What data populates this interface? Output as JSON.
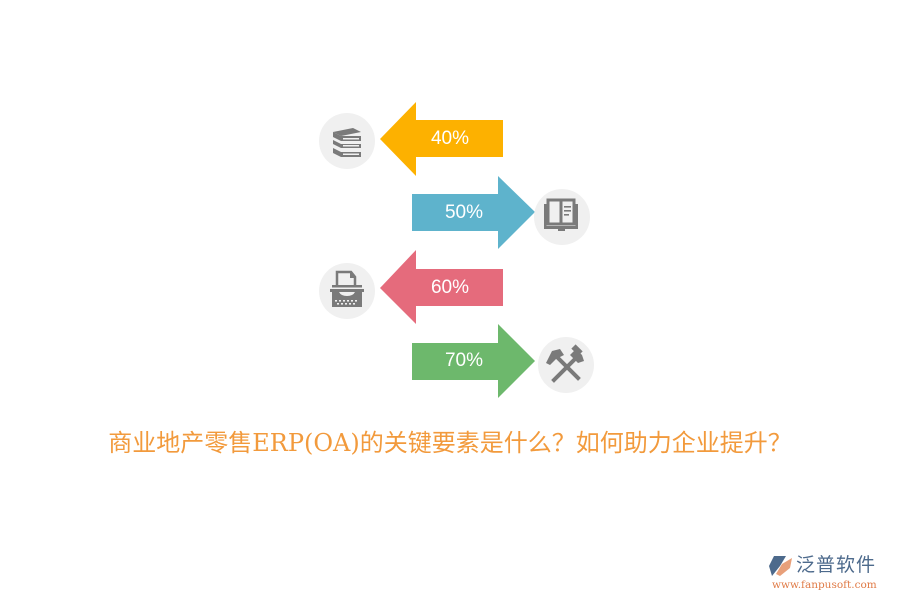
{
  "diagram": {
    "items": [
      {
        "label": "40%",
        "direction": "left",
        "color": "#fdb100",
        "icon": "books-icon"
      },
      {
        "label": "50%",
        "direction": "right",
        "color": "#5eb3cc",
        "icon": "open-book-icon"
      },
      {
        "label": "60%",
        "direction": "left",
        "color": "#e56b7c",
        "icon": "typewriter-icon"
      },
      {
        "label": "70%",
        "direction": "right",
        "color": "#6db86c",
        "icon": "crossed-hammers-icon"
      }
    ],
    "icon_circle_color": "#f0f0f0",
    "icon_color": "#7a7a7a"
  },
  "title": {
    "text": "商业地产零售ERP(OA)的关键要素是什么？如何助力企业提升？",
    "color": "#f29a3c"
  },
  "logo": {
    "name": "泛普软件",
    "url": "www.fanpusoft.com"
  }
}
